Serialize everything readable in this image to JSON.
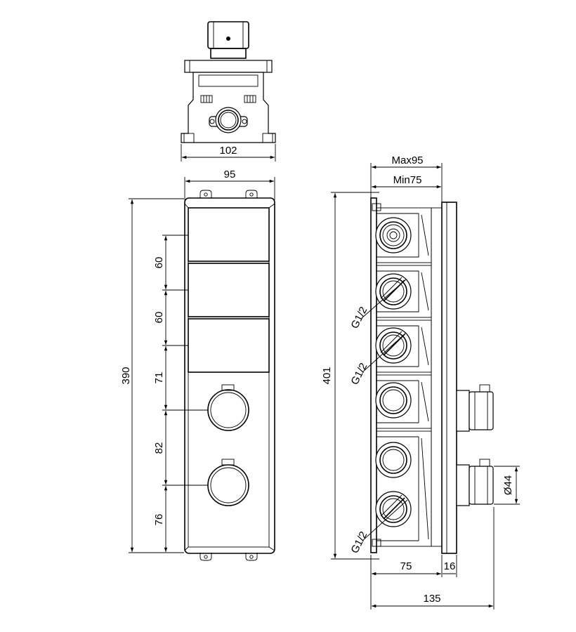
{
  "top_view": {
    "width_label": "102"
  },
  "front_view": {
    "width_label": "95",
    "height_label": "390",
    "spacing_labels": [
      "60",
      "60",
      "71",
      "82",
      "76"
    ]
  },
  "side_view": {
    "max_depth_label": "Max95",
    "min_depth_label": "Min75",
    "height_label": "401",
    "diameter_label": "Ø44",
    "thread_labels": [
      "G1/2",
      "G1/2",
      "G1/2"
    ],
    "bottom_labels": {
      "body": "75",
      "plate": "16",
      "total": "135"
    }
  }
}
